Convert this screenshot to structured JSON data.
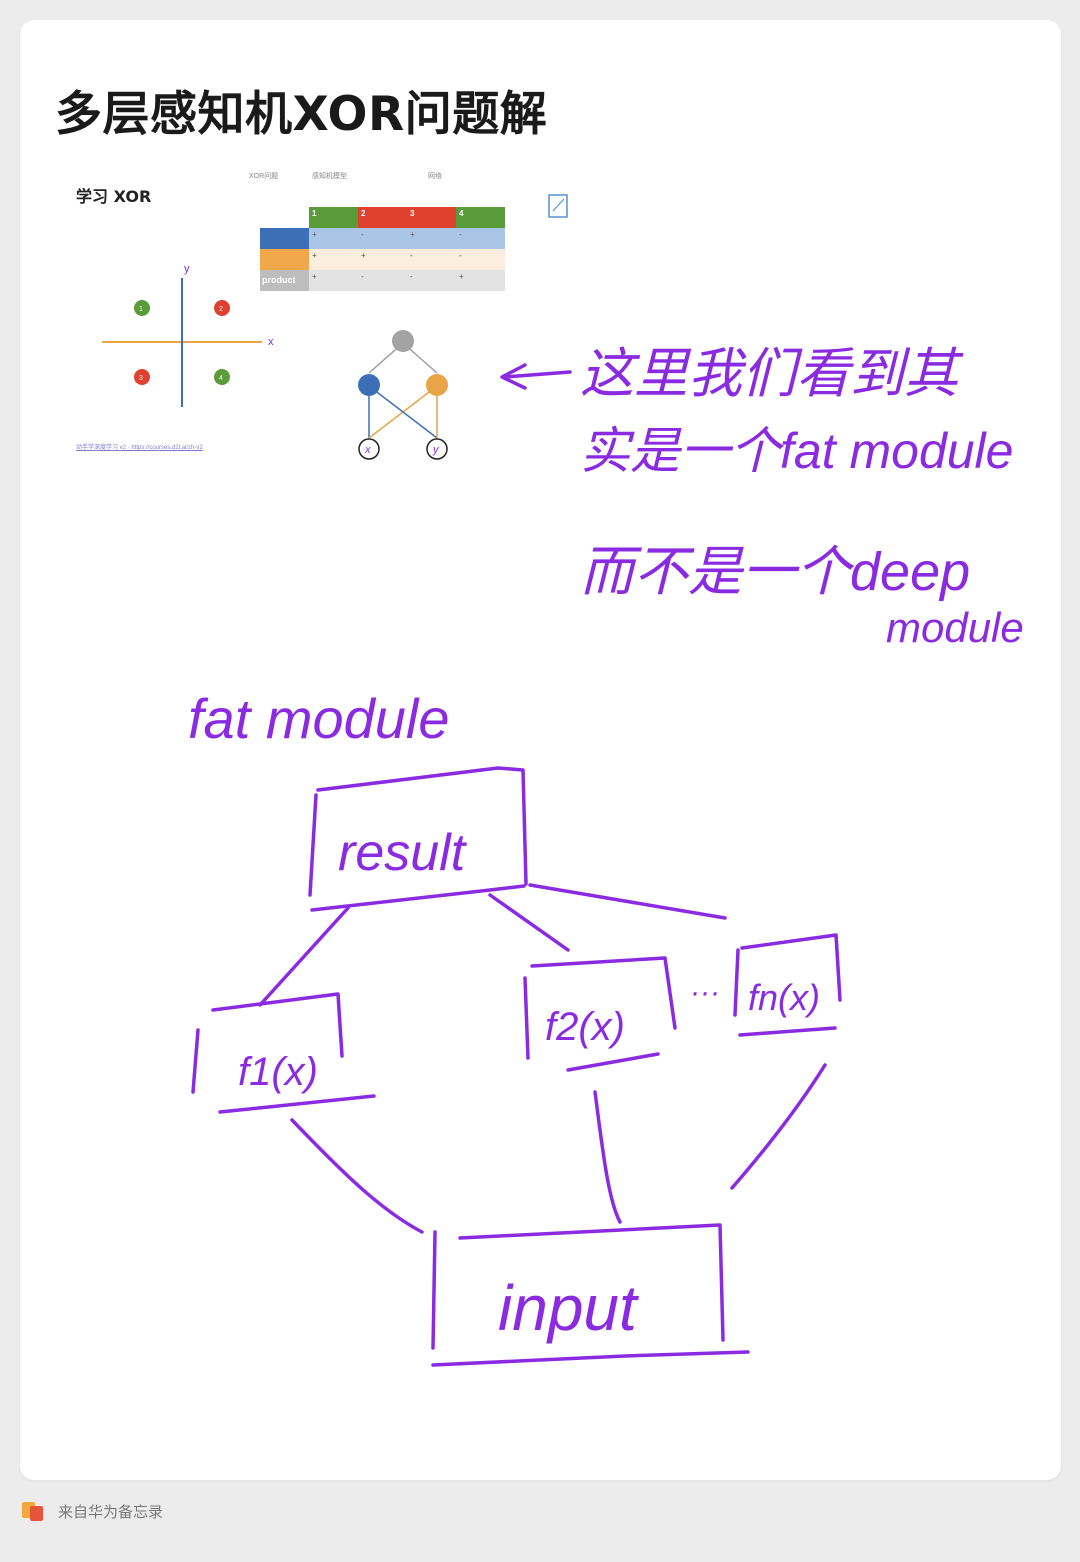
{
  "note": {
    "title": "多层感知机XOR问题解"
  },
  "slide": {
    "title": "学习 XOR",
    "header_labels": [
      "XOR问题",
      "感知机模型",
      "网络"
    ],
    "footer": "动手学深度学习 v2 · https://courses.d2l.ai/zh-v2",
    "axis_x": "x",
    "axis_y": "y",
    "quadrant_points": [
      "1",
      "2",
      "3",
      "4"
    ],
    "table": {
      "columns": [
        "1",
        "2",
        "3",
        "4"
      ],
      "column_colors": [
        "#5a9b3a",
        "#e0402e",
        "#e0402e",
        "#5a9b3a"
      ],
      "rows": [
        {
          "label": "",
          "color": "#3c6fb5",
          "values": [
            "+",
            "-",
            "+",
            "-"
          ]
        },
        {
          "label": "",
          "color": "#f0a84a",
          "values": [
            "+",
            "+",
            "-",
            "-"
          ]
        },
        {
          "label": "product",
          "color": "#bdbdbd",
          "values": [
            "+",
            "-",
            "-",
            "+"
          ]
        }
      ]
    },
    "network_inputs": [
      "x",
      "y"
    ]
  },
  "handwriting": {
    "arrow_note_lines": [
      "这里我们看到其",
      "实是一个fat module",
      "而不是一个deep",
      "module"
    ],
    "diagram_title": "fat module",
    "result_box": "result",
    "function_boxes": [
      "f1(x)",
      "f2(x)",
      "fn(x)"
    ],
    "ellipsis": "···",
    "input_box": "input",
    "ink_color": "#8a2be2"
  },
  "footer": {
    "source": "来自华为备忘录"
  }
}
